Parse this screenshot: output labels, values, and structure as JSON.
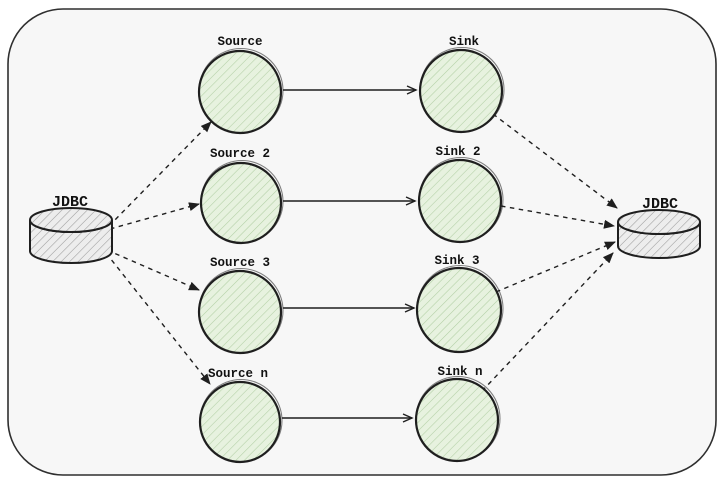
{
  "diagram": {
    "title_hint": "JDBC source-sink fan-out pipeline diagram",
    "left_db": {
      "label": "JDBC"
    },
    "right_db": {
      "label": "JDBC"
    },
    "sources": [
      {
        "label": "Source"
      },
      {
        "label": "Source 2"
      },
      {
        "label": "Source 3"
      },
      {
        "label": "Source n"
      }
    ],
    "sinks": [
      {
        "label": "Sink"
      },
      {
        "label": "Sink 2"
      },
      {
        "label": "Sink 3"
      },
      {
        "label": "Sink n"
      }
    ],
    "edges": [
      {
        "from": "jdbc-left",
        "to": "Source",
        "style": "dashed"
      },
      {
        "from": "jdbc-left",
        "to": "Source 2",
        "style": "dashed"
      },
      {
        "from": "jdbc-left",
        "to": "Source 3",
        "style": "dashed"
      },
      {
        "from": "jdbc-left",
        "to": "Source n",
        "style": "dashed"
      },
      {
        "from": "Source",
        "to": "Sink",
        "style": "solid"
      },
      {
        "from": "Source 2",
        "to": "Sink 2",
        "style": "solid"
      },
      {
        "from": "Source 3",
        "to": "Sink 3",
        "style": "solid"
      },
      {
        "from": "Source n",
        "to": "Sink n",
        "style": "solid"
      },
      {
        "from": "Sink",
        "to": "jdbc-right",
        "style": "dashed"
      },
      {
        "from": "Sink 2",
        "to": "jdbc-right",
        "style": "dashed"
      },
      {
        "from": "Sink 3",
        "to": "jdbc-right",
        "style": "dashed"
      },
      {
        "from": "Sink n",
        "to": "jdbc-right",
        "style": "dashed"
      }
    ],
    "colors": {
      "frame_bg": "#f7f7f7",
      "frame_border": "#2f2f2f",
      "stroke": "#1f1f1f",
      "node_fill": "#e7f2df",
      "node_hatch": "#b2cfa4",
      "db_fill": "#ededed",
      "db_hatch": "#9a9a9a",
      "text": "#111111"
    }
  }
}
